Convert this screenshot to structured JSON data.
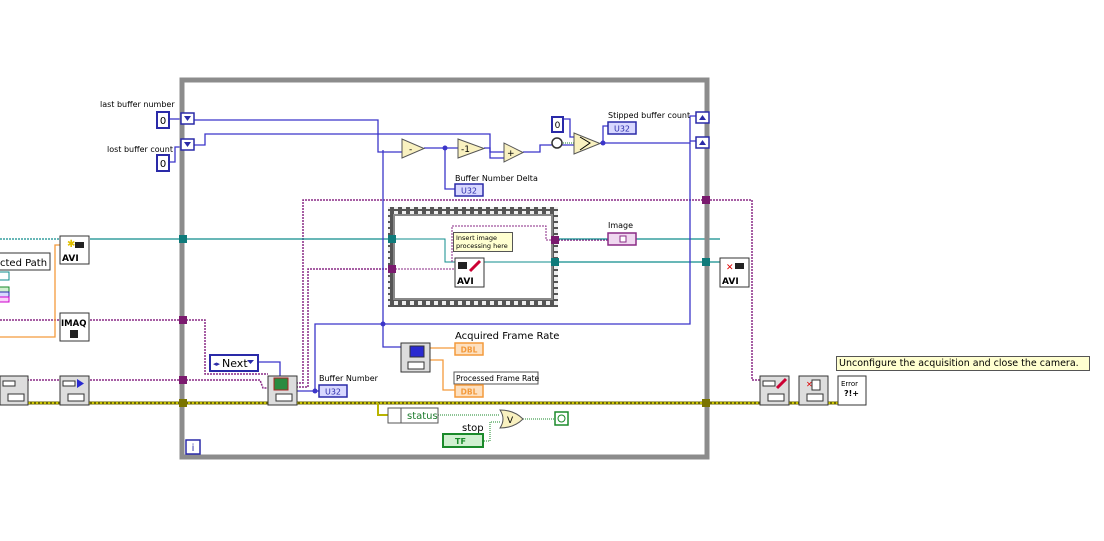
{
  "labels": {
    "last_buffer_number": "last buffer number",
    "lost_buffer_count": "lost buffer count",
    "stipped_buffer_count": "Stipped buffer count",
    "buffer_number_delta": "Buffer Number Delta",
    "image": "Image",
    "acquired_frame_rate": "Acquired Frame Rate",
    "processed_frame_rate": "Processed Frame Rate",
    "buffer_number": "Buffer Number",
    "stop": "stop",
    "partial_path": "cted Path"
  },
  "constants": {
    "last_buffer_number": "0",
    "lost_buffer_count": "0",
    "select_zero": "0"
  },
  "indicators": {
    "u32": "U32",
    "dbl": "DBL",
    "tf": "TF"
  },
  "nodes": {
    "subtract": "-",
    "decrement": "-1",
    "add": "+",
    "or": "V",
    "avi": "AVI",
    "imaq": "IMAQ",
    "error": "Error",
    "error_sub": "?!+"
  },
  "enum_next": "Next",
  "unbundle_status": "status",
  "loop_iteration": "i",
  "comment": "Insert image processing here",
  "tooltip": "Unconfigure the acquisition and close the camera.",
  "colors": {
    "blue_wire": "#3b35c9",
    "purple_wire": "#8a2a86",
    "teal_wire": "#0f8c8c",
    "error_wire": "#b9b400",
    "orange_wire": "#f39a3c",
    "green_wire": "#1a8a2a",
    "loop_border": "#8c8c8c"
  }
}
